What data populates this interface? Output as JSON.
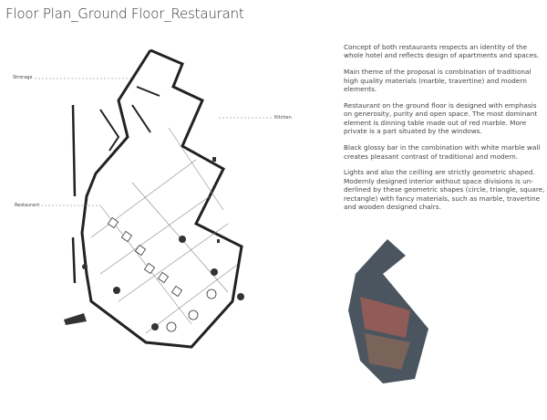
{
  "title": "Floor Plan_Ground Floor_Restaurant",
  "plan_labels": {
    "storage": "Strorage",
    "kitchen": "Kitchen",
    "restaurant": "Restaurant"
  },
  "paragraphs": [
    "Concept of both restaurants respects an identity of the whole hotel and reflects design of apartments and spaces.",
    "Main theme of the proposal is combination of traditional high quality materials (marble, travertine) and modern elements.",
    "Restaurant on the ground floor is designed with emphasis on generosity, purity  and open space. The most dominant element is dinning table made out of red marble. More private is a part situated by the windows.",
    "Black glossy bar in the combination with white marble wall creates pleasant contrast of traditional and modern.",
    "Lights and also the ceilling are strictly geometric shaped. Modernly designed interior without space divisions is un-derlined by these geometric  shapes (circle, triangle, square, rectangle) with fancy materials, such as marble, travertine and wooden designed chairs."
  ]
}
